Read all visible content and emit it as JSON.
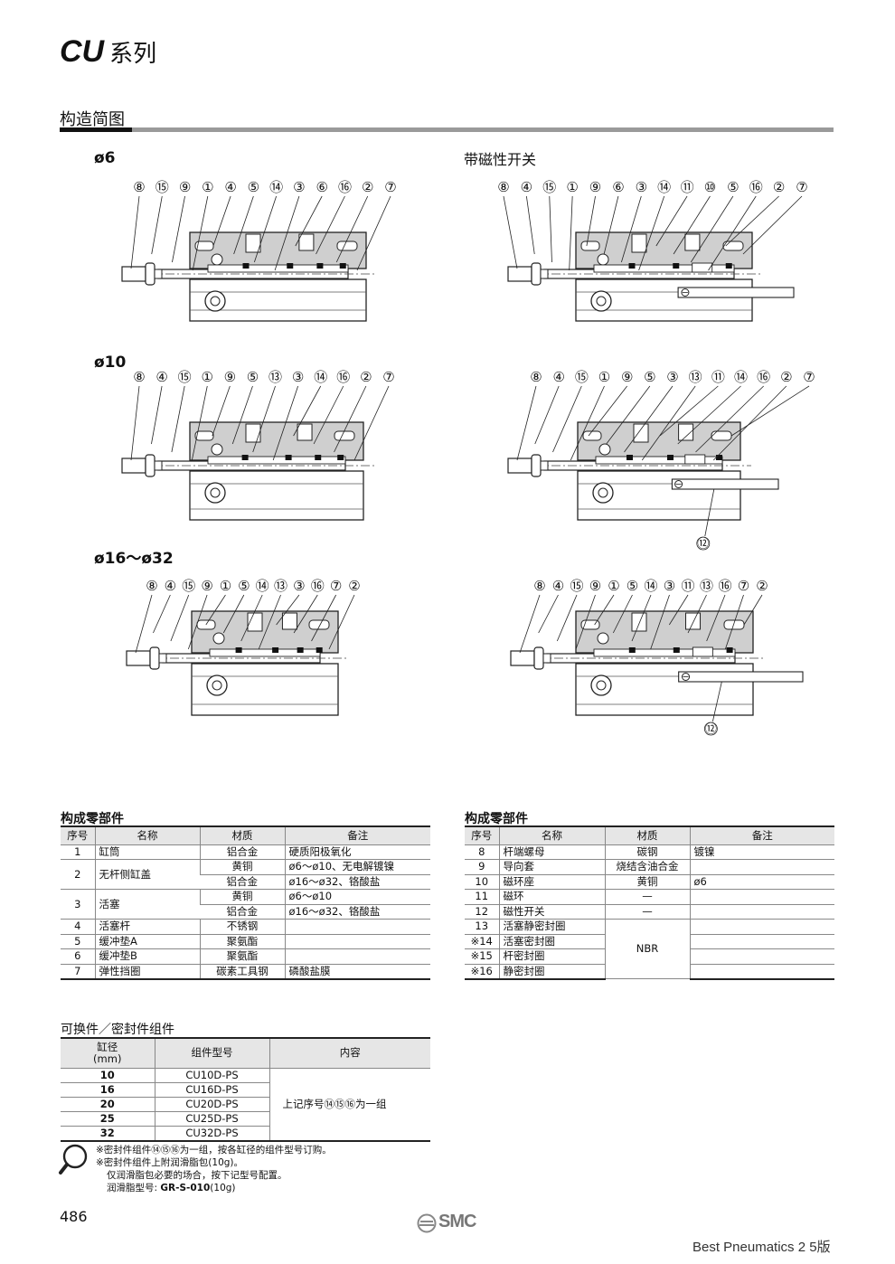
{
  "header": {
    "series_prefix": "CU",
    "series_suffix": "系列"
  },
  "section": {
    "title": "构造简图"
  },
  "diagrams": {
    "phi6": "ø6",
    "phi10": "ø10",
    "phi16_32": "ø16～ø32",
    "magnetic": "带磁性开关",
    "callouts_6": [
      "⑧",
      "⑮",
      "⑨",
      "①",
      "④",
      "⑤",
      "⑭",
      "③",
      "⑥",
      "⑯",
      "②",
      "⑦"
    ],
    "callouts_6m": [
      "⑧",
      "④",
      "⑮",
      "①",
      "⑨",
      "⑥",
      "③",
      "⑭",
      "⑪",
      "⑩",
      "⑤",
      "⑯",
      "②",
      "⑦"
    ],
    "callouts_10": [
      "⑧",
      "④",
      "⑮",
      "①",
      "⑨",
      "⑤",
      "⑬",
      "③",
      "⑭",
      "⑯",
      "②",
      "⑦"
    ],
    "callouts_10m": [
      "⑧",
      "④",
      "⑮",
      "①",
      "⑨",
      "⑤",
      "③",
      "⑬",
      "⑪",
      "⑭",
      "⑯",
      "②",
      "⑦"
    ],
    "callouts_16": [
      "⑧",
      "④",
      "⑮",
      "⑨",
      "①",
      "⑤",
      "⑭",
      "⑬",
      "③",
      "⑯",
      "⑦",
      "②"
    ],
    "callouts_16m": [
      "⑧",
      "④",
      "⑮",
      "⑨",
      "①",
      "⑤",
      "⑭",
      "③",
      "⑪",
      "⑬",
      "⑯",
      "⑦",
      "②"
    ],
    "switch_callout": "⑫"
  },
  "parts_left": {
    "title": "构成零部件",
    "headers": [
      "序号",
      "名称",
      "材质",
      "备注"
    ],
    "rows": [
      [
        "1",
        "缸筒",
        "铝合金",
        "硬质阳极氧化"
      ],
      [
        "2",
        "无杆侧缸盖",
        "黄铜",
        "ø6～ø10、无电解镀镍"
      ],
      [
        "",
        "",
        "铝合金",
        "ø16～ø32、铬酸盐"
      ],
      [
        "3",
        "活塞",
        "黄铜",
        "ø6～ø10"
      ],
      [
        "",
        "",
        "铝合金",
        "ø16～ø32、铬酸盐"
      ],
      [
        "4",
        "活塞杆",
        "不锈钢",
        ""
      ],
      [
        "5",
        "缓冲垫A",
        "聚氨酯",
        ""
      ],
      [
        "6",
        "缓冲垫B",
        "聚氨酯",
        ""
      ],
      [
        "7",
        "弹性挡圈",
        "碳素工具钢",
        "磷酸盐膜"
      ]
    ]
  },
  "parts_right": {
    "title": "构成零部件",
    "headers": [
      "序号",
      "名称",
      "材质",
      "备注"
    ],
    "rows": [
      [
        "8",
        "杆端螺母",
        "碳钢",
        "镀镍"
      ],
      [
        "9",
        "导向套",
        "烧结含油合金",
        ""
      ],
      [
        "10",
        "磁环座",
        "黄铜",
        "ø6"
      ],
      [
        "11",
        "磁环",
        "—",
        ""
      ],
      [
        "12",
        "磁性开关",
        "—",
        ""
      ],
      [
        "13",
        "活塞静密封圈",
        "NBR",
        ""
      ],
      [
        "※14",
        "活塞密封圈",
        "",
        ""
      ],
      [
        "※15",
        "杆密封圈",
        "",
        ""
      ],
      [
        "※16",
        "静密封圈",
        "",
        ""
      ]
    ]
  },
  "kit": {
    "title": "可换件／密封件组件",
    "h_bore": "缸径",
    "h_bore_unit": "(mm)",
    "h_model": "组件型号",
    "h_content": "内容",
    "content": "上记序号⑭⑮⑯为一组",
    "rows": [
      [
        "10",
        "CU10D-PS"
      ],
      [
        "16",
        "CU16D-PS"
      ],
      [
        "20",
        "CU20D-PS"
      ],
      [
        "25",
        "CU25D-PS"
      ],
      [
        "32",
        "CU32D-PS"
      ]
    ]
  },
  "notes": {
    "n1": "※密封件组件⑭⑮⑯为一组，按各缸径的组件型号订购。",
    "n2": "※密封件组件上附润滑脂包(10g)。",
    "n3": "仅润滑脂包必要的场合，按下记型号配置。",
    "n4_label": "润滑脂型号: ",
    "n4_value": "GR-S-010",
    "n4_suffix": "(10g)"
  },
  "footer": {
    "page": "486",
    "logo": "SMC",
    "watermark": "Best Pneumatics 2 5版"
  }
}
